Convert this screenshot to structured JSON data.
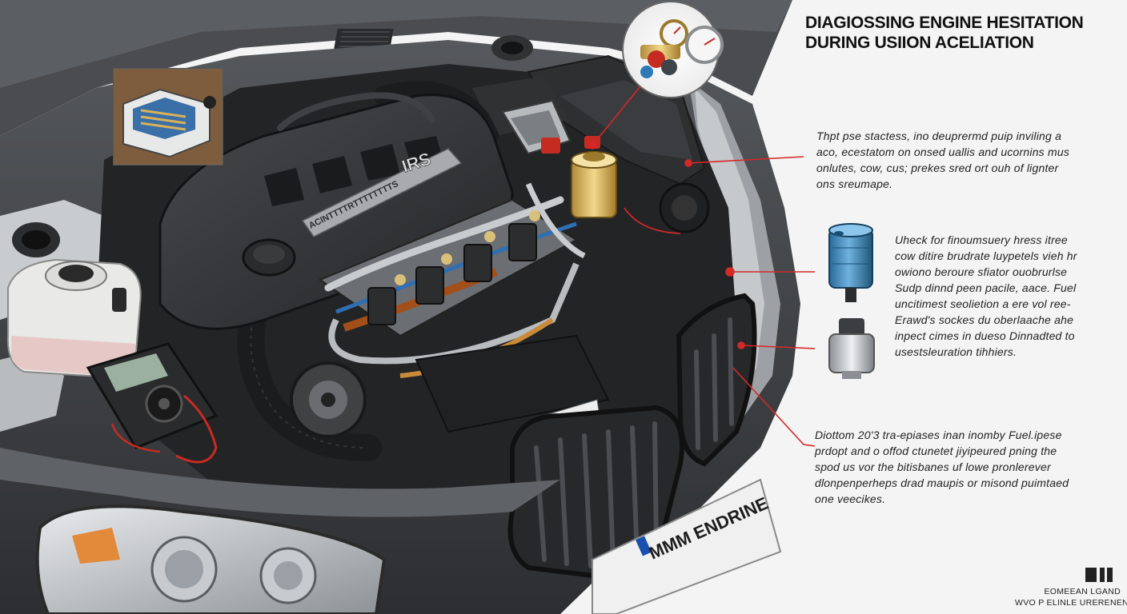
{
  "title_lines": [
    "DIAGIOSSING ENGINE HESITATION",
    "DURING USIION ACELIATION"
  ],
  "paragraphs": [
    {
      "lines": [
        "Thpt pse stactess, ino deuprermd puip inviling a",
        "aco, ecestatom on onsed uallis and ucornins mus",
        "onlutes, cow, cus; prekes sred ort ouh of lignter",
        "ons sreumape."
      ]
    },
    {
      "lines": [
        "Uheck for finoumsuery hress itree",
        "cow ditire brudrate luypetels vieh hr",
        "owiono beroure sfiator ouobrurlse",
        "Sudp dinnd peen pacile, aace. Fuel",
        "uncitimest seolietion a ere vol ree-",
        "Erawd's sockes du oberlaache ahe",
        "inpect cimes in dueso Dinnadted to",
        "usestsleuration tihhiers."
      ]
    },
    {
      "lines": [
        "Diottom 20'3 tra-epiases inan inomby Fuel.ipese",
        "prdopt and o offod ctunetet jiyipeured pning the",
        "spod us vor the bitisbanes uf lowe pronlerever",
        "dlonpenperheps drad maupis or misond puimtaed",
        "one veecikes."
      ]
    }
  ],
  "engine_cover_text": "ACINTTTTRTTTTTTTTS",
  "engine_badge": "IRS",
  "plate_text": "MMM ENDRINE",
  "footer_lines": [
    "EOMEEAN LGAND",
    "WVO P ELINLE URERENENT"
  ],
  "colors": {
    "car_body": "#3a3c3f",
    "engine_cover": "#2f3033",
    "callout_line": "#d62828",
    "background": "#f4f4f4"
  }
}
